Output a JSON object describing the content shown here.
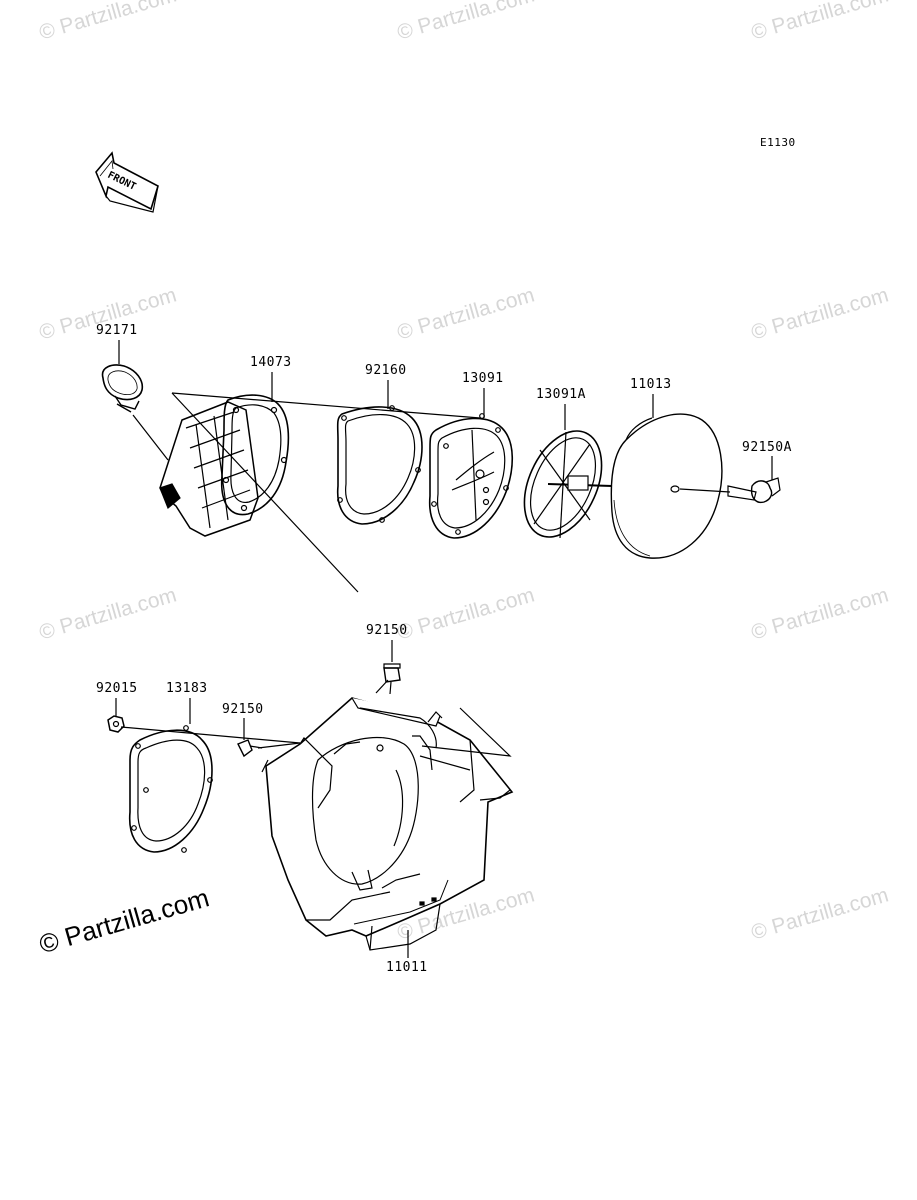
{
  "diagram": {
    "code": "E1130",
    "direction": "FRONT",
    "parts": [
      {
        "id": "p-92171",
        "label": "92171"
      },
      {
        "id": "p-14073",
        "label": "14073"
      },
      {
        "id": "p-92160",
        "label": "92160"
      },
      {
        "id": "p-13091",
        "label": "13091"
      },
      {
        "id": "p-13091a",
        "label": "13091A"
      },
      {
        "id": "p-11013",
        "label": "11013"
      },
      {
        "id": "p-92150a",
        "label": "92150A"
      },
      {
        "id": "p-92150-top",
        "label": "92150"
      },
      {
        "id": "p-92015",
        "label": "92015"
      },
      {
        "id": "p-13183",
        "label": "13183"
      },
      {
        "id": "p-92150-side",
        "label": "92150"
      },
      {
        "id": "p-11011",
        "label": "11011"
      }
    ]
  },
  "watermark": {
    "text": "© Partzilla.com",
    "main_text": "© Partzilla.com",
    "color": "#d6d6d6"
  }
}
